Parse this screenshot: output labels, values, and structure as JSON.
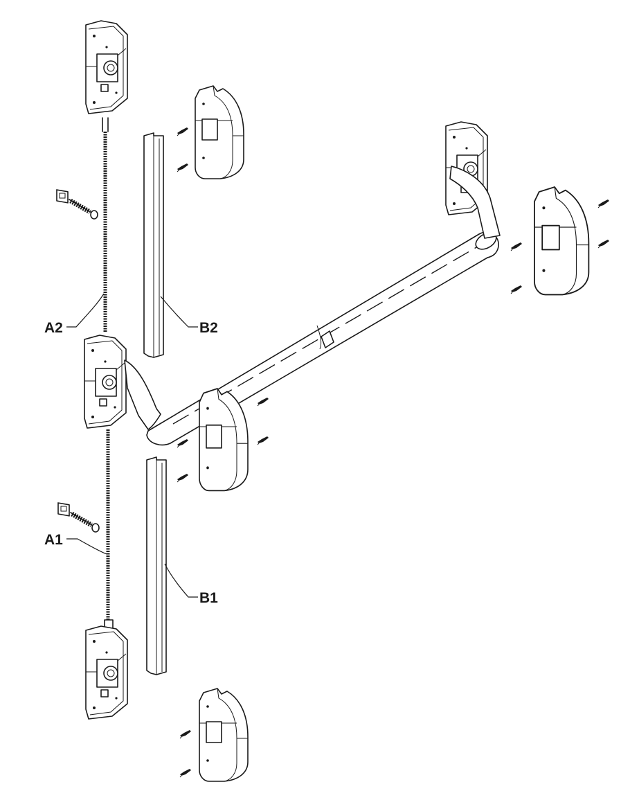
{
  "labels": {
    "a1": "A1",
    "a2": "A2",
    "b1": "B1",
    "b2": "B2"
  }
}
